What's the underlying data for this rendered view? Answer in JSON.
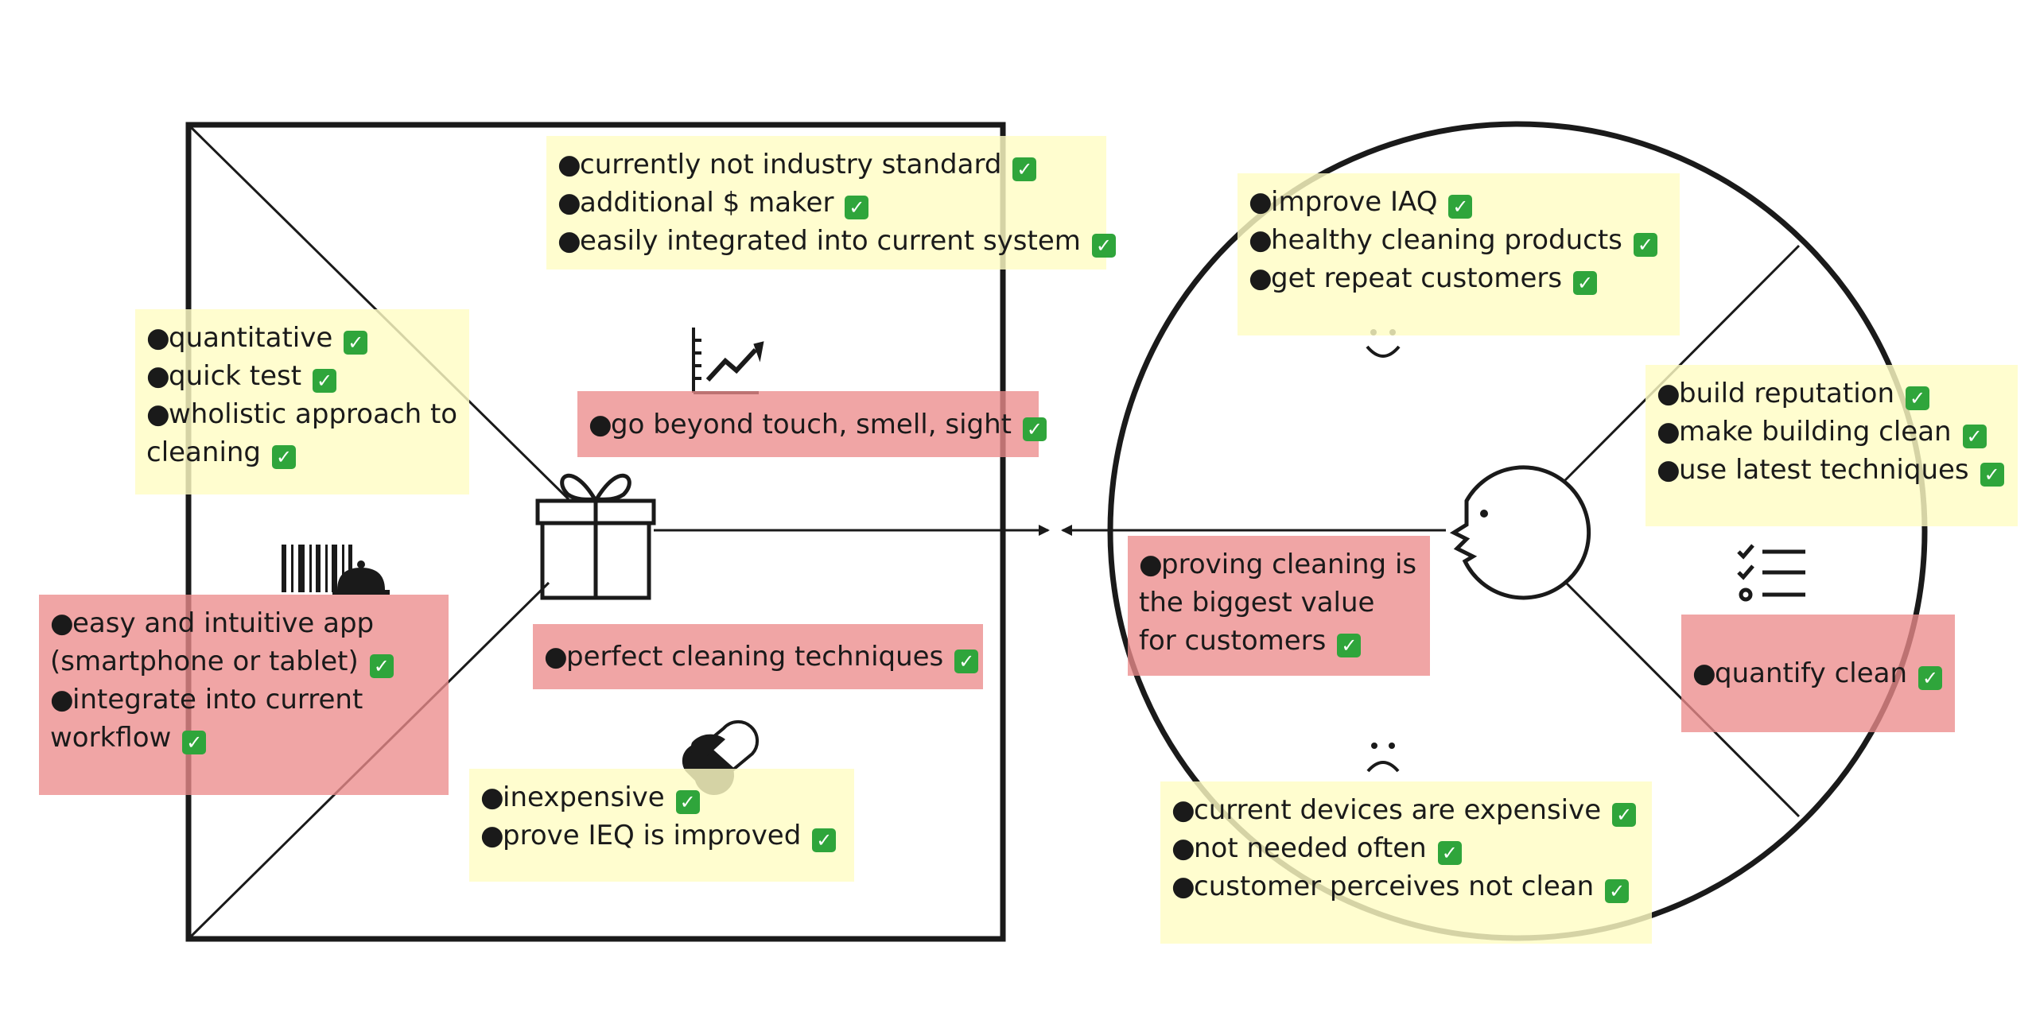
{
  "colors": {
    "yellow_note": "#fffcc4",
    "red_note": "#ec8c8c",
    "check_green": "#2fa53b",
    "line": "#1a1a1a"
  },
  "icons": {
    "gift": "gift-icon",
    "growth_chart": "growth-chart-icon",
    "barcode": "barcode-icon",
    "service_bell": "service-bell-icon",
    "pill": "pill-icon",
    "customer_face": "customer-face-icon",
    "smile": "smile-icon",
    "frown": "frown-icon",
    "checklist": "checklist-icon",
    "check": "check-mark-icon"
  },
  "check_glyph": "✓",
  "bullet_glyph": "●",
  "notes": {
    "gain_creators": {
      "lines": [
        "currently not industry standard",
        "additional $ maker",
        "easily integrated into current system"
      ]
    },
    "products_services_left": {
      "lines": [
        "quantitative",
        "quick test",
        "wholistic approach to cleaning"
      ]
    },
    "go_beyond": {
      "lines": [
        "go beyond touch, smell, sight"
      ]
    },
    "app": {
      "lines": [
        "easy and intuitive app (smartphone or tablet)",
        "integrate into current workflow"
      ]
    },
    "perfect_cleaning": {
      "lines": [
        "perfect cleaning techniques"
      ]
    },
    "pain_relievers": {
      "lines": [
        "inexpensive",
        "prove IEQ is improved"
      ]
    },
    "gains": {
      "lines": [
        "improve IAQ",
        "healthy cleaning products",
        "get repeat customers"
      ]
    },
    "jobs": {
      "lines": [
        "build reputation",
        "make building clean",
        "use latest techniques"
      ]
    },
    "proving": {
      "lines": [
        "proving cleaning is the biggest value for customers"
      ]
    },
    "quantify": {
      "lines": [
        "quantify clean"
      ]
    },
    "pains": {
      "lines": [
        "current devices are expensive",
        "not needed often",
        "customer perceives not clean"
      ]
    }
  }
}
